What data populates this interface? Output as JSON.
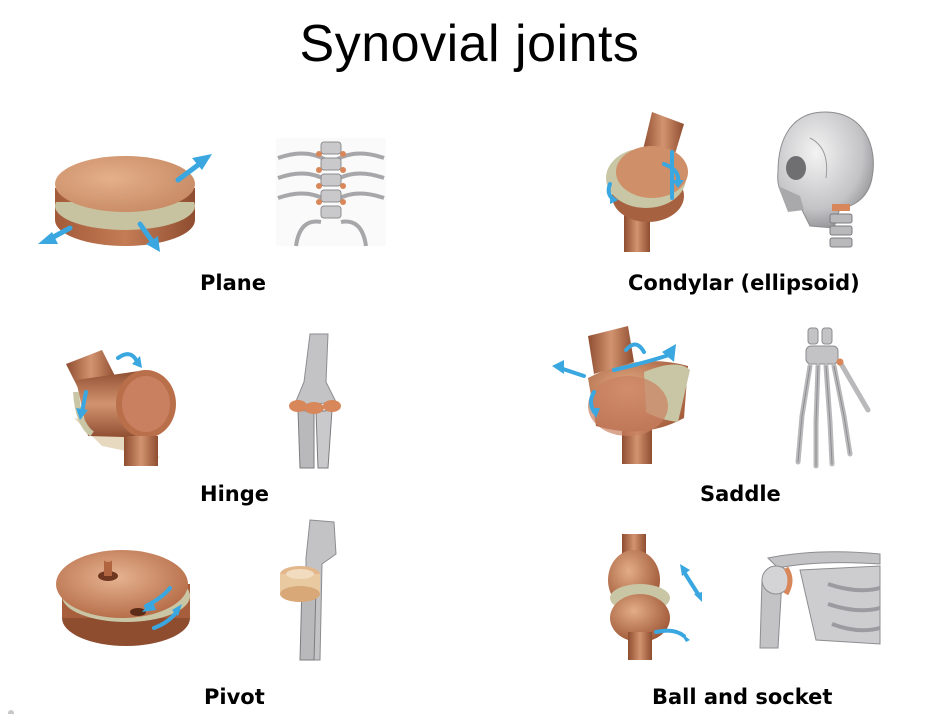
{
  "title": "Synovial joints",
  "joints": [
    {
      "id": "plane",
      "label": "Plane"
    },
    {
      "id": "condylar",
      "label": "Condylar (ellipsoid)"
    },
    {
      "id": "hinge",
      "label": "Hinge"
    },
    {
      "id": "saddle",
      "label": "Saddle"
    },
    {
      "id": "pivot",
      "label": "Pivot"
    },
    {
      "id": "ball",
      "label": "Ball and socket"
    }
  ],
  "colors": {
    "bone_model": "#c98a63",
    "bone_model_dark": "#8e4f32",
    "cartilage": "#c9c6a5",
    "arrow": "#3aa7e0",
    "skeleton": "#b9b9bb",
    "skeleton_dark": "#7d7d80",
    "joint_highlight": "#d7875a"
  }
}
